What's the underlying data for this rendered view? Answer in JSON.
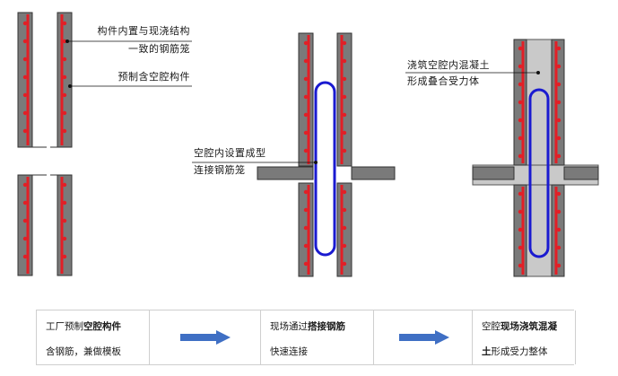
{
  "panel1": {
    "label_a_line1": "构件内置与现浇结构",
    "label_a_line2": "一致的钢筋笼",
    "label_b": "预制含空腔构件"
  },
  "panel2": {
    "label_line1": "空腔内设置成型",
    "label_line2": "连接钢筋笼"
  },
  "panel3": {
    "label_line1": "浇筑空腔内混凝土",
    "label_line2": "形成叠合受力体"
  },
  "steps": [
    {
      "title_plain": "工厂预制",
      "title_bold": "空腔构件",
      "subtitle": "含钢筋，兼做模板"
    },
    {
      "title_plain": "现场通过",
      "title_bold": "搭接钢筋",
      "subtitle": "快速连接"
    },
    {
      "title_plain": "空腔",
      "title_bold": "现场浇筑混凝",
      "subtitle_plain": "",
      "subtitle_bold": "土",
      "subtitle_rest": "形成受力整体"
    }
  ],
  "colors": {
    "wall_gray": "#7a7a7a",
    "wall_edge": "#3a3a3a",
    "rebar_red": "#e21f26",
    "cage_blue": "#1a1ad0",
    "concrete_fill": "#c9c9c9",
    "arrow_blue": "#3f6fc4"
  }
}
